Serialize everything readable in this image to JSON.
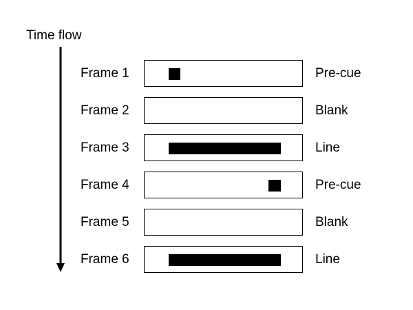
{
  "diagram": {
    "time_label": "Time flow",
    "frames": [
      {
        "label": "Frame 1",
        "type": "Pre-cue",
        "stimulus": "square-left"
      },
      {
        "label": "Frame 2",
        "type": "Blank",
        "stimulus": "none"
      },
      {
        "label": "Frame 3",
        "type": "Line",
        "stimulus": "line"
      },
      {
        "label": "Frame 4",
        "type": "Pre-cue",
        "stimulus": "square-right"
      },
      {
        "label": "Frame 5",
        "type": "Blank",
        "stimulus": "none"
      },
      {
        "label": "Frame 6",
        "type": "Line",
        "stimulus": "line"
      }
    ],
    "colors": {
      "stimulus": "#000000",
      "background": "#ffffff",
      "border": "#000000"
    }
  }
}
